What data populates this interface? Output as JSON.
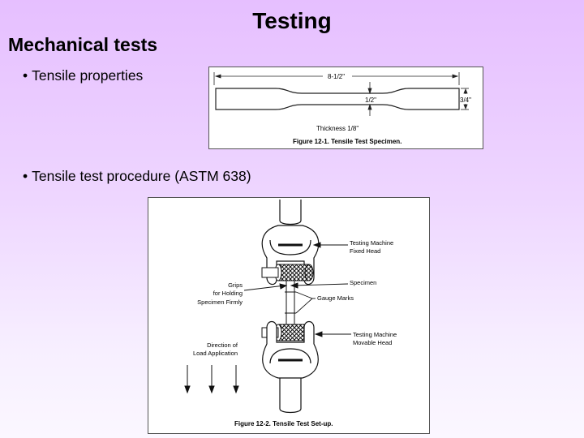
{
  "slide": {
    "title": "Testing",
    "subtitle": "Mechanical tests",
    "bullet_char": "•",
    "bullets": [
      "Tensile properties",
      "Tensile test procedure (ASTM 638)"
    ]
  },
  "figure1": {
    "caption": "Figure 12-1.  Tensile Test Specimen.",
    "length_label": "8-1/2\"",
    "neck_label": "1/2\"",
    "width_label": "3/4\"",
    "thickness_label": "Thickness  1/8\""
  },
  "figure2": {
    "caption": "Figure 12-2.  Tensile Test Set-up.",
    "fixed_head": [
      "Testing Machine",
      "Fixed Head"
    ],
    "grips": [
      "Grips",
      "for Holding",
      "Specimen Firmly"
    ],
    "specimen": "Specimen",
    "gauge_marks": "Gauge Marks",
    "movable_head": [
      "Testing Machine",
      "Movable Head"
    ],
    "direction": [
      "Direction of",
      "Load Application"
    ]
  }
}
